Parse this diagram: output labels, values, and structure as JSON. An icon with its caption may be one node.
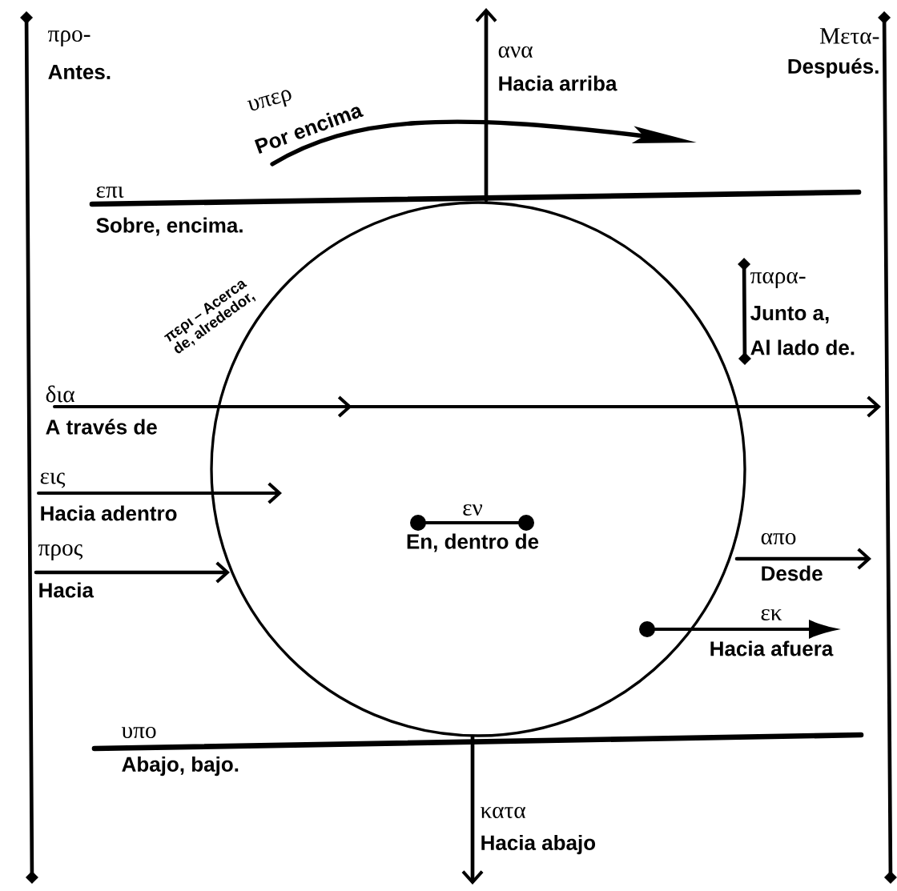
{
  "diagram": {
    "labels": [
      "προ-",
      "Antes.",
      "Μετα-",
      "Después.",
      "ανα",
      "Hacia arriba",
      "υπερ",
      "Por encima",
      "επι",
      "Sobre, encima.",
      "περι – Acerca de, alrededor,",
      "παρα-",
      "Junto a,",
      "Al lado de.",
      "δια",
      "A través de",
      "εις",
      "Hacia adentro",
      "εν",
      "En, dentro de",
      "προς",
      "Hacia",
      "απο",
      "Desde",
      "εκ",
      "Hacia afuera",
      "υπο",
      "Abajo, bajo.",
      "κατα",
      "Hacia abajo"
    ]
  }
}
